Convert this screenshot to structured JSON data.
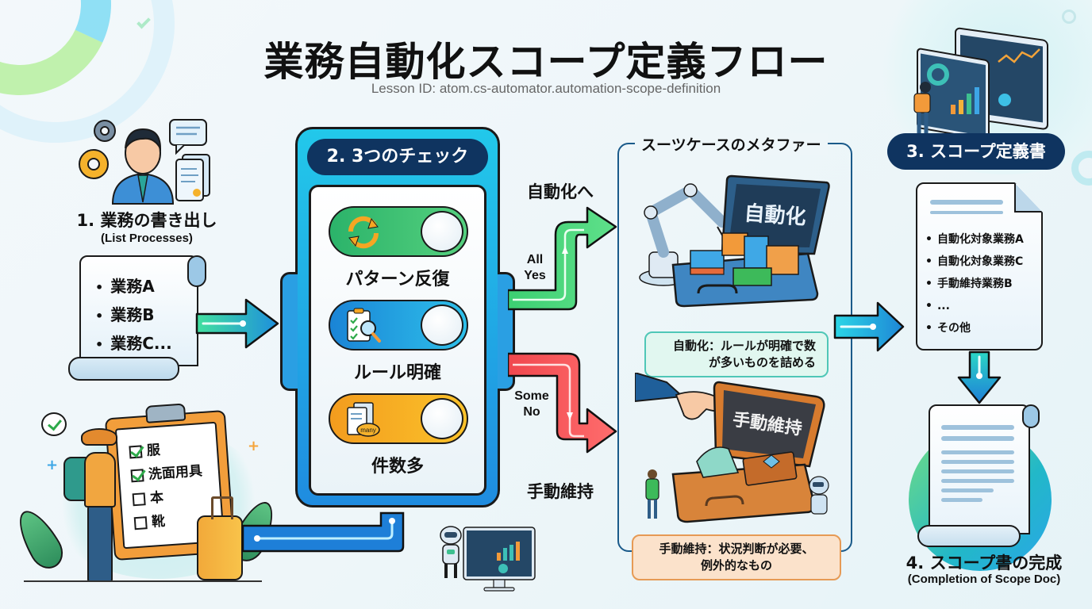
{
  "header": {
    "title": "業務自動化スコープ定義フロー",
    "lesson_id": "Lesson ID: atom.cs-automator.automation-scope-definition"
  },
  "step1": {
    "title": "1. 業務の書き出し",
    "subtitle": "(List Processes)",
    "items": [
      "業務A",
      "業務B",
      "業務C..."
    ],
    "packing_checklist": [
      {
        "label": "服",
        "checked": true
      },
      {
        "label": "洗面用具",
        "checked": true
      },
      {
        "label": "本",
        "checked": false
      },
      {
        "label": "靴",
        "checked": false
      }
    ]
  },
  "step2": {
    "title": "2. 3つのチェック",
    "checks": [
      {
        "label": "パターン反復",
        "icon": "refresh-icon",
        "color": "#2bb36a"
      },
      {
        "label": "ルール明確",
        "icon": "checklist-magnifier-icon",
        "color": "#1a84d6"
      },
      {
        "label": "件数多",
        "icon": "documents-many-icon",
        "badge": "many",
        "color": "#f39c1e"
      }
    ]
  },
  "branches": {
    "yes": {
      "condition": "All Yes",
      "destination": "自動化へ",
      "color": "#3ccf72"
    },
    "no": {
      "condition": "Some No",
      "destination": "手動維持",
      "color": "#f0474e"
    }
  },
  "metaphor": {
    "title": "スーツケースのメタファー",
    "automation": {
      "suitcase_label": "自動化",
      "note_line1": "自動化：ルールが明確で数",
      "note_line2": "が多いものを詰める"
    },
    "manual": {
      "suitcase_label": "手動維持",
      "note_line1": "手動維持：状況判断が必要、",
      "note_line2": "例外的なもの"
    }
  },
  "step3": {
    "title": "3. スコープ定義書",
    "items": [
      "自動化対象業務A",
      "自動化対象業務C",
      "手動維持業務B",
      "...",
      "その他"
    ]
  },
  "step4": {
    "title": "4. スコープ書の完成",
    "subtitle": "(Completion of Scope Doc)"
  },
  "colors": {
    "navy": "#0f3460",
    "panel_cyan": "#22c8ea",
    "panel_blue": "#1f8ce0",
    "arrow_teal": "#2bd0c0",
    "arrow_blue": "#1e8fdc"
  }
}
